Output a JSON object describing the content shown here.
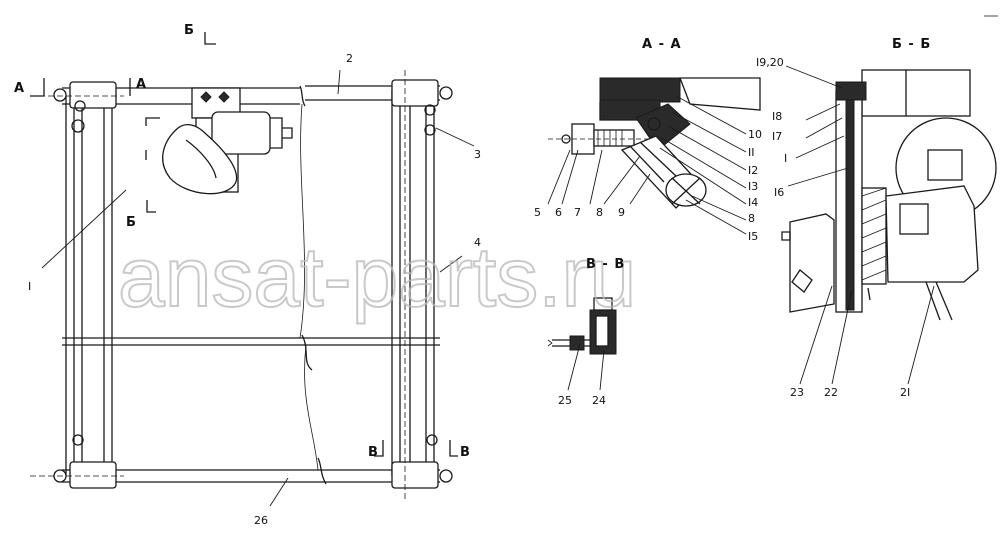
{
  "watermark": "ansat-parts.ru",
  "sections": {
    "aa": "А - А",
    "bb": "Б - Б",
    "vv": "В - В"
  },
  "markers": {
    "b_top": "Б",
    "b_mid": "Б",
    "a_left": "А",
    "a_right": "А",
    "v_left": "В",
    "v_right": "В"
  },
  "callouts": {
    "c1_main": "I",
    "c2": "2",
    "c3": "3",
    "c4": "4",
    "c26": "26",
    "c5": "5",
    "c6": "6",
    "c7": "7",
    "c8a": "8",
    "c9": "9",
    "c10": "10",
    "c11": "II",
    "c12": "I2",
    "c13": "I3",
    "c14": "I4",
    "c8b": "8",
    "c15": "I5",
    "c24": "24",
    "c25": "25",
    "c19_20": "I9,20",
    "c18": "I8",
    "c17": "I7",
    "c1_side": "I",
    "c16": "I6",
    "c23": "23",
    "c22": "22",
    "c21": "2I"
  }
}
